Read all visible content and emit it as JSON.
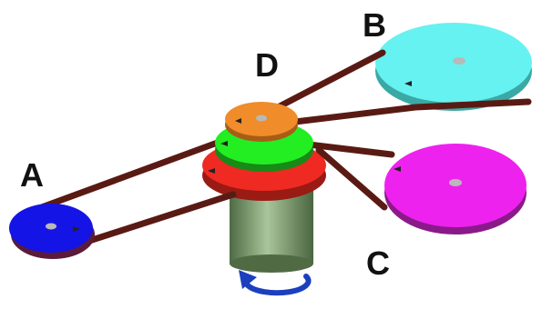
{
  "labels": {
    "a": "A",
    "b": "B",
    "c": "C",
    "d": "D"
  },
  "colors": {
    "pulley_a": "#1414e6",
    "pulley_b": "#66f2f0",
    "pulley_c": "#ee22ee",
    "pulley_d_top": "#f08c2a",
    "pulley_d_mid": "#22ee22",
    "pulley_d_bottom": "#ee2a22",
    "belt": "#5a1a14",
    "motor": "#7f9c6e",
    "rotation_arrow": "#1c3fbf"
  },
  "icons": {
    "rotation": "rotation-arrow-icon"
  }
}
